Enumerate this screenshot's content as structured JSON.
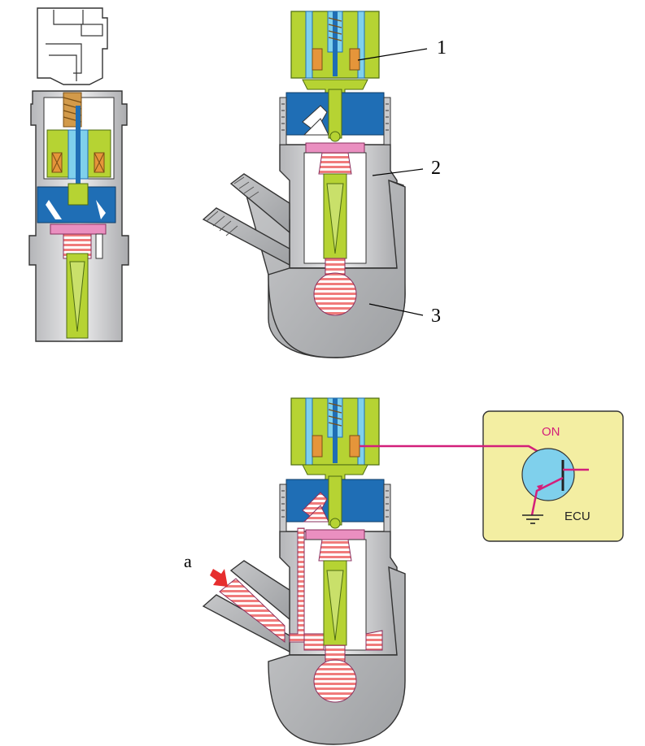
{
  "callouts": [
    {
      "id": "1",
      "label": "1"
    },
    {
      "id": "2",
      "label": "2"
    },
    {
      "id": "3",
      "label": "3"
    }
  ],
  "ecu_box": {
    "state_label": "ON",
    "unit_label": "ECU"
  },
  "flow_arrow_label": "a",
  "colors": {
    "housing": "#c9cacc",
    "solenoid_green": "#b6d333",
    "armature_blue": "#1f6eb5",
    "coil_orange": "#e5953a",
    "spring_tan": "#d29a4a",
    "seal_pink": "#ea8fc0",
    "fuel_stripes": "#f07b7b",
    "ecu_panel": "#f3eea2",
    "transistor": "#7fd0ec",
    "wire_magenta": "#d31f7a",
    "flow_arrow_red": "#e62e2e"
  }
}
